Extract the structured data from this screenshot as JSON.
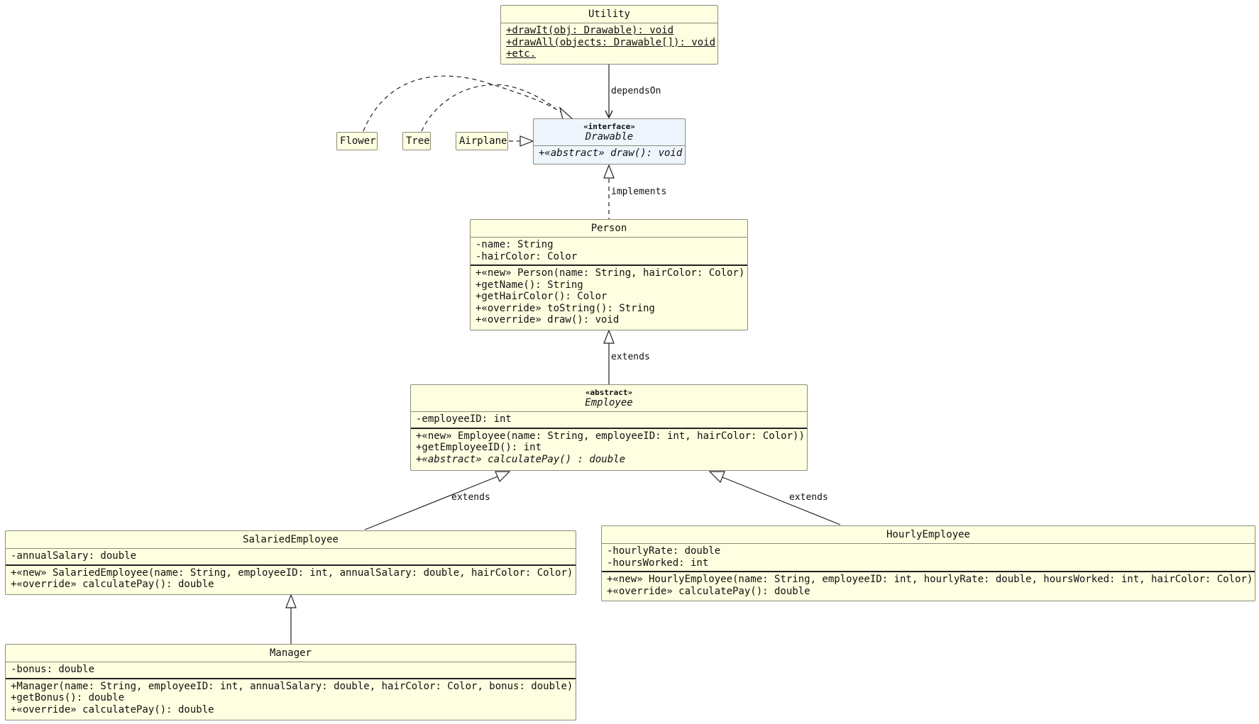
{
  "classes": {
    "utility": {
      "name": "Utility",
      "methods": [
        "+drawIt(obj: Drawable): void",
        "+drawAll(objects: Drawable[]): void",
        "+etc."
      ]
    },
    "drawable": {
      "stereotype": "«interface»",
      "name": "Drawable",
      "methods": [
        "+«abstract» draw(): void"
      ]
    },
    "flower": {
      "name": "Flower"
    },
    "tree": {
      "name": "Tree"
    },
    "airplane": {
      "name": "Airplane"
    },
    "person": {
      "name": "Person",
      "attributes": [
        "-name: String",
        "-hairColor: Color"
      ],
      "methods": [
        "+«new» Person(name: String, hairColor: Color)",
        "+getName(): String",
        "+getHairColor(): Color",
        "+«override» toString(): String",
        "+«override» draw(): void"
      ]
    },
    "employee": {
      "stereotype": "«abstract»",
      "name": "Employee",
      "attributes": [
        "-employeeID: int"
      ],
      "methods": [
        "+«new» Employee(name: String, employeeID: int, hairColor: Color))",
        "+getEmployeeID(): int",
        "+«abstract» calculatePay() : double"
      ]
    },
    "salaried": {
      "name": "SalariedEmployee",
      "attributes": [
        "-annualSalary: double"
      ],
      "methods": [
        "+«new» SalariedEmployee(name: String, employeeID: int, annualSalary: double, hairColor: Color)",
        "+«override» calculatePay(): double"
      ]
    },
    "hourly": {
      "name": "HourlyEmployee",
      "attributes": [
        "-hourlyRate: double",
        "-hoursWorked: int"
      ],
      "methods": [
        "+«new» HourlyEmployee(name: String, employeeID: int, hourlyRate: double, hoursWorked: int, hairColor: Color)",
        "+«override» calculatePay(): double"
      ]
    },
    "manager": {
      "name": "Manager",
      "attributes": [
        "-bonus: double"
      ],
      "methods": [
        "+Manager(name: String, employeeID: int, annualSalary: double, hairColor: Color, bonus: double)",
        "+getBonus(): double",
        "+«override» calculatePay(): double"
      ]
    }
  },
  "relations": {
    "depends_on": "dependsOn",
    "implements": "implements",
    "person_extends": "extends",
    "salaried_extends": "extends",
    "hourly_extends": "extends"
  }
}
